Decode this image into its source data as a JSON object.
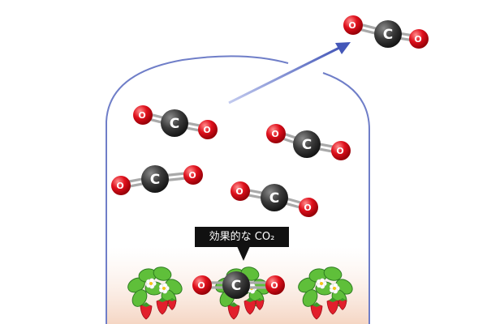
{
  "atoms": {
    "carbon": "C",
    "oxygen": "O"
  },
  "callout": {
    "text": "効果的な CO₂"
  },
  "colors": {
    "greenhouse_outline": "#6f7ec8",
    "arrow": "#4457b8",
    "carbon": "#3a3a3a",
    "oxygen": "#e0101c",
    "soil_glow": "#f5d6c4",
    "callout_bg": "#111111",
    "leaf": "#5fbf3a",
    "strawberry": "#e21f2c"
  },
  "icons": [
    "greenhouse",
    "arrow",
    "co2-molecule",
    "strawberry-plant"
  ]
}
